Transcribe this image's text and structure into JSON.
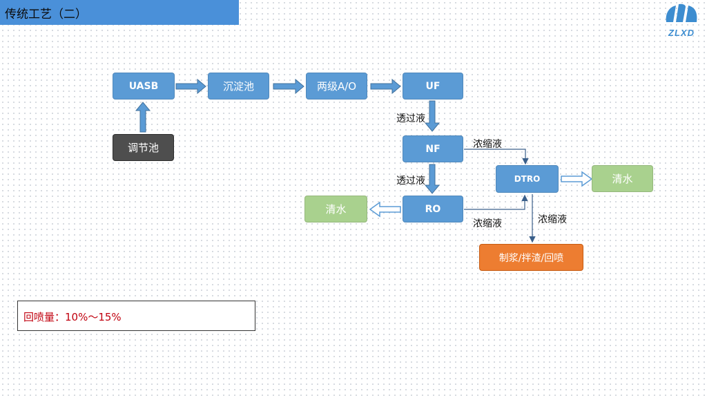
{
  "title": "传统工艺（二）",
  "logo_text": "ZLXD",
  "nodes": {
    "uasb": "UASB",
    "sedimentation": "沉淀池",
    "two_stage_ao": "两级A/O",
    "uf": "UF",
    "regulating": "调节池",
    "nf": "NF",
    "ro": "RO",
    "dtro": "DTRO",
    "clean_water_left": "清水",
    "clean_water_right": "清水",
    "disposal": "制浆/拌渣/回喷"
  },
  "labels": {
    "permeate_1": "透过液",
    "permeate_2": "透过液",
    "concentrate_nf": "浓缩液",
    "concentrate_ro": "浓缩液",
    "concentrate_dtro": "浓缩液"
  },
  "note": "回喷量：10%～15%",
  "colors": {
    "accent": "#4a90d9",
    "node_blue": "#5b9bd5",
    "node_dark": "#4e4e4e",
    "node_green": "#a9d18e",
    "node_orange": "#ed7d31",
    "note_text": "#c0000e"
  }
}
